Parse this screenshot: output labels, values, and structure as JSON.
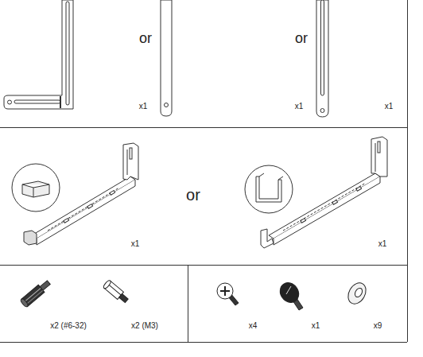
{
  "diagram": {
    "labels": [
      "or",
      "or",
      "x1",
      "x1",
      "x1",
      "or",
      "x1",
      "x1",
      "x2 (#6-32)",
      "x2 (M3)",
      "x4",
      "x1",
      "x9"
    ]
  }
}
